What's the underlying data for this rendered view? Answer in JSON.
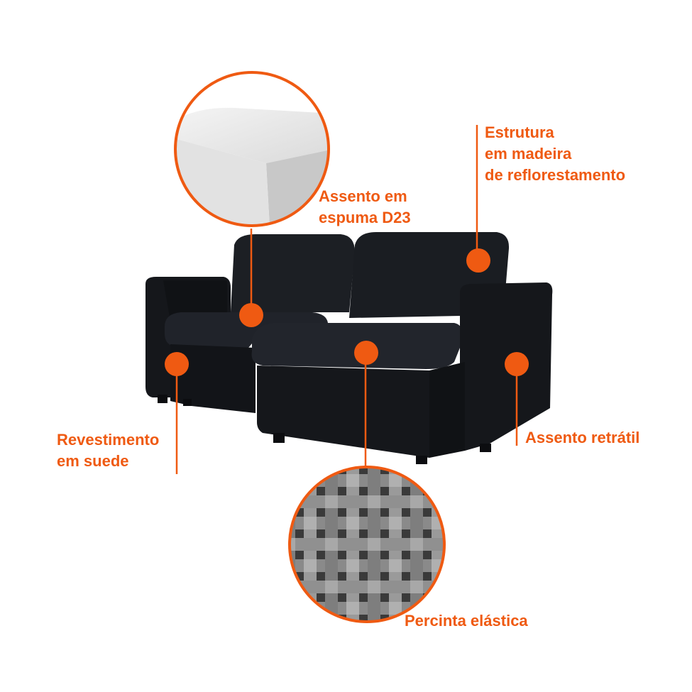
{
  "accent_color": "#ef5a12",
  "sofa_color": "#16181c",
  "callouts": {
    "estrutura": [
      "Estrutura",
      "em madeira",
      "de reflorestamento"
    ],
    "assento_espuma": [
      "Assento em",
      "espuma D23"
    ],
    "revestimento": [
      "Revestimento",
      "em suede"
    ],
    "assento_retratil": [
      "Assento retrátil"
    ],
    "percinta": [
      "Percinta elástica"
    ]
  },
  "icons": [
    "foam-detail-image",
    "webbing-detail-image",
    "sofa-image"
  ]
}
